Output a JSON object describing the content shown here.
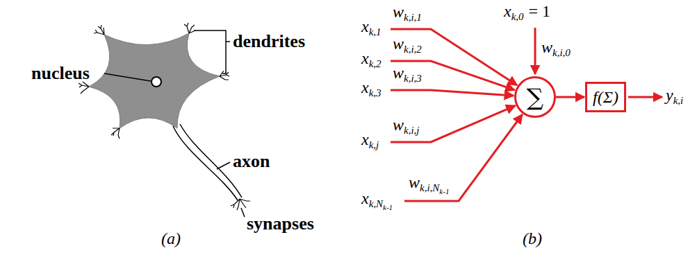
{
  "diagram": {
    "nodes": [
      {
        "text": [
          "∑"
        ]
      },
      {
        "text": [
          "f(Σ)"
        ]
      }
    ],
    "edges": [
      {
        "from": 0,
        "to": 1,
        "arrow": "to"
      }
    ],
    "labels": [
      "nucleus",
      "dendrites",
      "axon",
      "synapses",
      "(a)",
      "x",
      "k,1",
      "w",
      "k,i,1",
      "x",
      "k,2",
      "w",
      "k,i,2",
      "x",
      "k,3",
      "w",
      "k,i,3",
      "x",
      "k,j",
      "w",
      "k,i,j",
      "x",
      "k,N",
      "k-1",
      "w",
      "k,i,N",
      "k-1",
      "x",
      "k,0",
      "= 1",
      "w",
      "k,i,0",
      "y",
      "k,i",
      "(b)"
    ]
  }
}
